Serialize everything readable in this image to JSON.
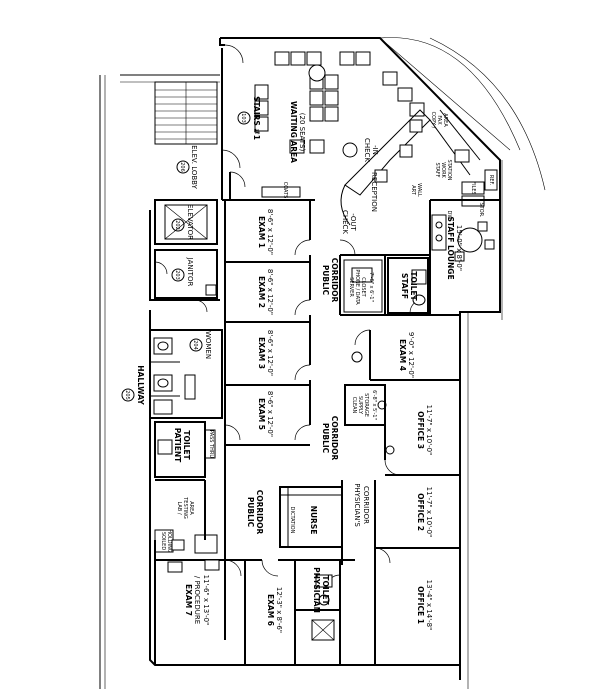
{
  "rooms": {
    "waiting": {
      "line1": "WAITING AREA",
      "line2": "(20 SEATS)"
    },
    "stairs": {
      "tag": "103",
      "label": "STAIRS #1"
    },
    "elev_lobby": {
      "tag": "206",
      "label": "ELEV. LOBBY"
    },
    "elevator": {
      "tag": "202",
      "label": "ELEVATOR"
    },
    "janitor": {
      "tag": "203",
      "label": "JANITOR"
    },
    "women": {
      "tag": "204",
      "label": "WOMEN"
    },
    "hallway": {
      "tag": "205",
      "label": "HALLWAY"
    },
    "exam1": {
      "line1": "EXAM 1",
      "line2": "8'-6\" x 12'-0\""
    },
    "exam2": {
      "line1": "EXAM 2",
      "line2": "8'-6\" x 12'-0\""
    },
    "exam3": {
      "line1": "EXAM 3",
      "line2": "8'-6\" x 12'-0\""
    },
    "exam5": {
      "line1": "EXAM 5",
      "line2": "8'-6\" x 12'-0\""
    },
    "exam4": {
      "line1": "EXAM 4",
      "line2": "9'-0\" x 12'-0\""
    },
    "exam6": {
      "line1": "EXAM 6",
      "line2": "12'-3\" x 8'-6\""
    },
    "exam7": {
      "line1": "EXAM 7",
      "line2": "/ PROCEDURE",
      "line3": "11'-6\" x 13'-0\""
    },
    "office1": {
      "line1": "OFFICE 1",
      "line2": "13'-4\" x 14'-8\""
    },
    "office2": {
      "line1": "OFFICE 2",
      "line2": "11'-7\" x 10'-0\""
    },
    "office3": {
      "line1": "OFFICE 3",
      "line2": "11'-7\" x 10'-0\""
    },
    "staff_lounge": {
      "line1": "STAFF LOUNGE",
      "line2": "15'-0\" x 8'-0\""
    },
    "staff_toilet": {
      "line1": "STAFF",
      "line2": "TOILET"
    },
    "patient_toilet": {
      "line1": "PATIENT",
      "line2": "TOILET"
    },
    "physician_toilet": {
      "line1": "PHYSICIAN",
      "line2": "TOILET"
    },
    "public_corridor_a": {
      "line1": "PUBLIC",
      "line2": "CORRIDOR"
    },
    "public_corridor_b": {
      "line1": "PUBLIC",
      "line2": "CORRIDOR"
    },
    "public_corridor_c": {
      "line1": "PUBLIC",
      "line2": "CORRIDOR"
    },
    "physicians_corridor": {
      "line1": "PHYSICIAN'S",
      "line2": "CORRIDOR"
    },
    "nurse": {
      "label": "NURSE"
    },
    "dictation": {
      "label": "DICTATION"
    },
    "lab": {
      "line1": "LAB /",
      "line2": "TESTING",
      "line3": "AREA"
    },
    "clean_supply": {
      "line1": "CLEAN",
      "line2": "SUPPLY",
      "line3": "STORAGE",
      "line4": "6'-8\" x 5'-1\""
    },
    "server_closet": {
      "line1": "SERVER",
      "line2": "PHONE / DATA",
      "line3": "CLOSET",
      "line4": "7'-6\" x 6'-1\""
    },
    "soiled": {
      "line1": "SOILED",
      "line2": "HOLDING"
    },
    "reception": {
      "label": "RECEPTION"
    },
    "check_in": {
      "line1": "CHECK",
      "line2": "-IN"
    },
    "check_out": {
      "line1": "CHECK",
      "line2": "-OUT"
    },
    "staff_work": {
      "line1": "STAFF",
      "line2": "WORK",
      "line3": "STATION"
    },
    "copy_fax": {
      "line1": "COPY /",
      "line2": "FAX",
      "line3": "AREA"
    },
    "art_wall": {
      "line1": "ART",
      "line2": "WALL"
    }
  },
  "tags": {
    "coats": "COATS",
    "files": "FILES",
    "stor": "STOR.",
    "pass_thru": "PASS THRU",
    "ref": "REF.",
    "dw": "DW"
  }
}
